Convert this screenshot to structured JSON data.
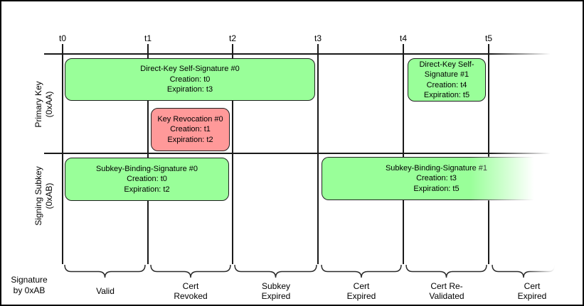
{
  "diagram": {
    "timeline": {
      "ticks": [
        "t0",
        "t1",
        "t2",
        "t3",
        "t4",
        "t5"
      ]
    },
    "rows": [
      {
        "label": "Primary Key\n(0xAA)"
      },
      {
        "label": "Signing Subkey\n(0xAB)"
      }
    ],
    "boxes": [
      {
        "id": "direct-key-self-signature-0",
        "title": "Direct-Key Self-Signature #0",
        "creation": "Creation: t0",
        "expiration": "Expiration: t3",
        "status_color": "#99ff99"
      },
      {
        "id": "direct-key-self-signature-1",
        "title": "Direct-Key Self-\nSignature #1",
        "creation": "Creation: t4",
        "expiration": "Expiration: t5",
        "status_color": "#99ff99"
      },
      {
        "id": "key-revocation-0",
        "title": "Key Revocation #0",
        "creation": "Creation: t1",
        "expiration": "Expiration: t2",
        "status_color": "#ff9999"
      },
      {
        "id": "subkey-binding-signature-0",
        "title": "Subkey-Binding-Signature #0",
        "creation": "Creation: t0",
        "expiration": "Expiration: t2",
        "status_color": "#99ff99"
      },
      {
        "id": "subkey-binding-signature-1",
        "title": "Subkey-Binding-Signature #1",
        "creation": "Creation: t3",
        "expiration": "Expiration: t5",
        "status_color": "#99ff99"
      }
    ],
    "bottom_axis": {
      "label": "Signature\nby 0xAB",
      "segments": [
        "Valid",
        "Cert\nRevoked",
        "Subkey\nExpired",
        "Cert\nExpired",
        "Cert Re-\nValidated",
        "Cert\nExpired"
      ]
    },
    "colors": {
      "valid_green": "#99ff99",
      "revoked_red": "#ff9999",
      "line": "#1a1a1a"
    }
  }
}
